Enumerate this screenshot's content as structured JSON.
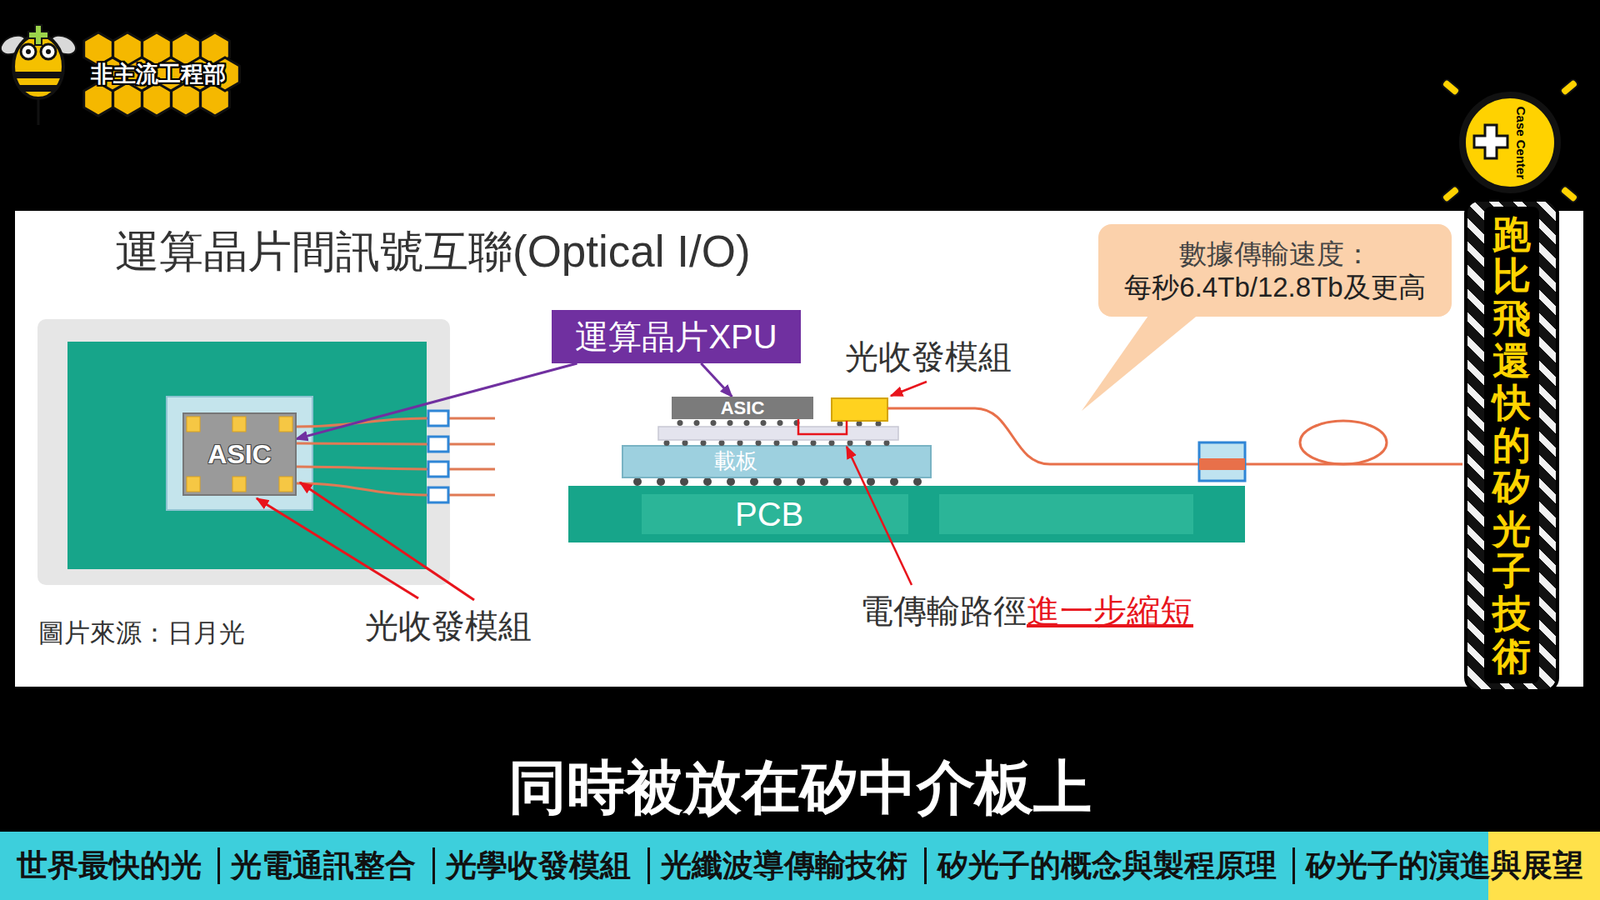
{
  "diagram": {
    "title": "運算晶片間訊號互聯(Optical I/O)",
    "caption": "同時被放在矽中介板上",
    "nodes": [
      {
        "text": [
          "非主流工程部"
        ]
      },
      {
        "text": [
          "運算晶片XPU"
        ]
      },
      {
        "text": [
          "ASIC"
        ]
      },
      {
        "text": [
          "ASIC"
        ]
      },
      {
        "text": [
          "載板"
        ]
      },
      {
        "text": [
          "PCB"
        ]
      },
      {
        "text": [
          "數據傳輸速度：",
          "每秒6.4Tb/12.8Tb及更高"
        ]
      },
      {
        "text": [
          "Case Center"
        ]
      },
      {
        "text": [
          "跑比飛還快的矽光子技術"
        ]
      },
      {
        "text": [
          "世界最快的光",
          "光電通訊整合",
          "光學收發模組",
          "光纖波導傳輸技術",
          "矽光子的概念與製程原理",
          "矽光子的演進與展望"
        ]
      }
    ],
    "edges": [
      {
        "from": 1,
        "to": 2,
        "arrow": "to"
      },
      {
        "from": 1,
        "to": 3,
        "arrow": "to"
      }
    ],
    "labels": [
      "光收發模組",
      "圖片來源：日月光",
      "光收發模組",
      "電傳輸路徑",
      "進一步縮短"
    ]
  }
}
